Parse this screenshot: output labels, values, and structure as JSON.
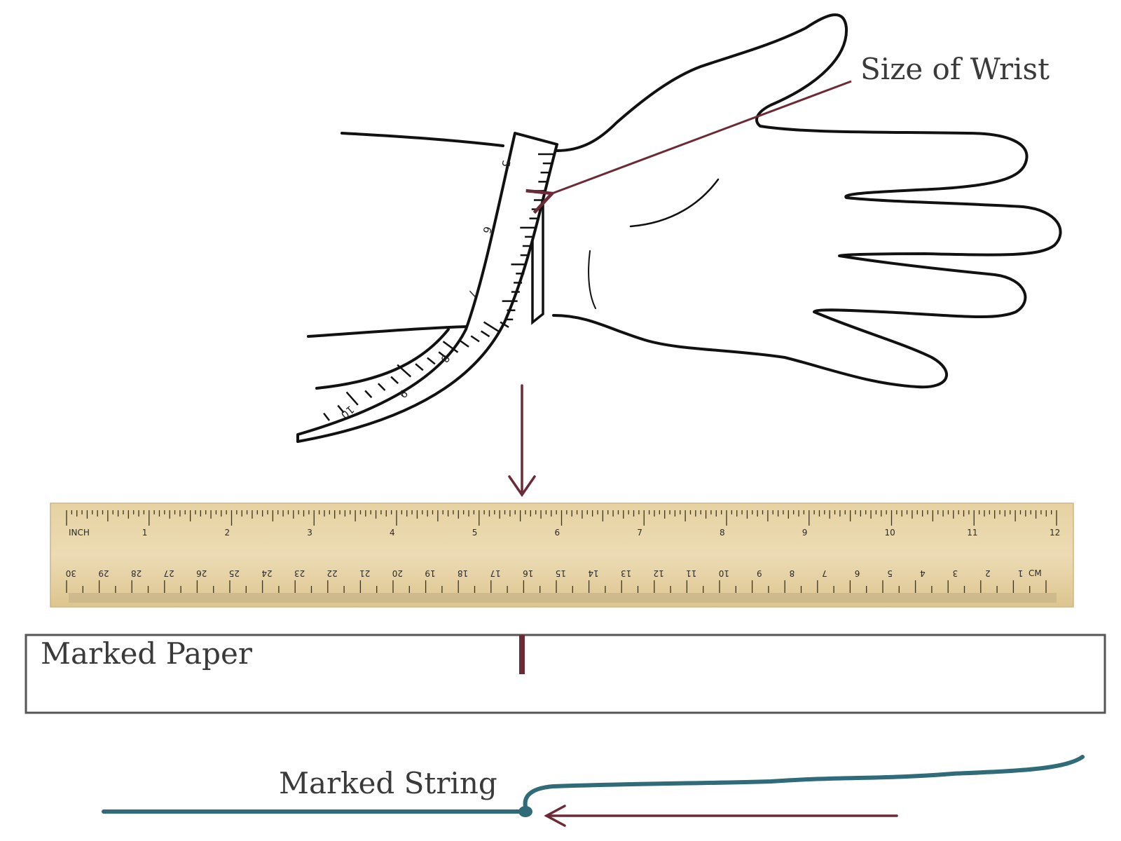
{
  "labels": {
    "wrist": "Size of Wrist",
    "paper": "Marked Paper",
    "string": "Marked String"
  },
  "tape_measure": {
    "numbers": [
      "5",
      "6",
      "7",
      "8",
      "9",
      "10"
    ]
  },
  "ruler": {
    "inch_numbers": [
      "1",
      "2",
      "3",
      "4",
      "5",
      "6",
      "7",
      "8",
      "9",
      "10",
      "11",
      "12"
    ],
    "inch_start_label": "INCH",
    "cm_numbers": [
      "30",
      "29",
      "28",
      "27",
      "26",
      "25",
      "24",
      "23",
      "22",
      "21",
      "20",
      "19",
      "18",
      "17",
      "16",
      "15",
      "14",
      "13",
      "12",
      "11",
      "10",
      "9",
      "8",
      "7",
      "6",
      "5",
      "4",
      "3",
      "2",
      "1"
    ],
    "cm_start_label": "CM"
  },
  "colors": {
    "arrow": "#6b2a36",
    "string": "#2f6b78",
    "ruler_wood": "#e8d4a8",
    "ink": "#111111"
  }
}
